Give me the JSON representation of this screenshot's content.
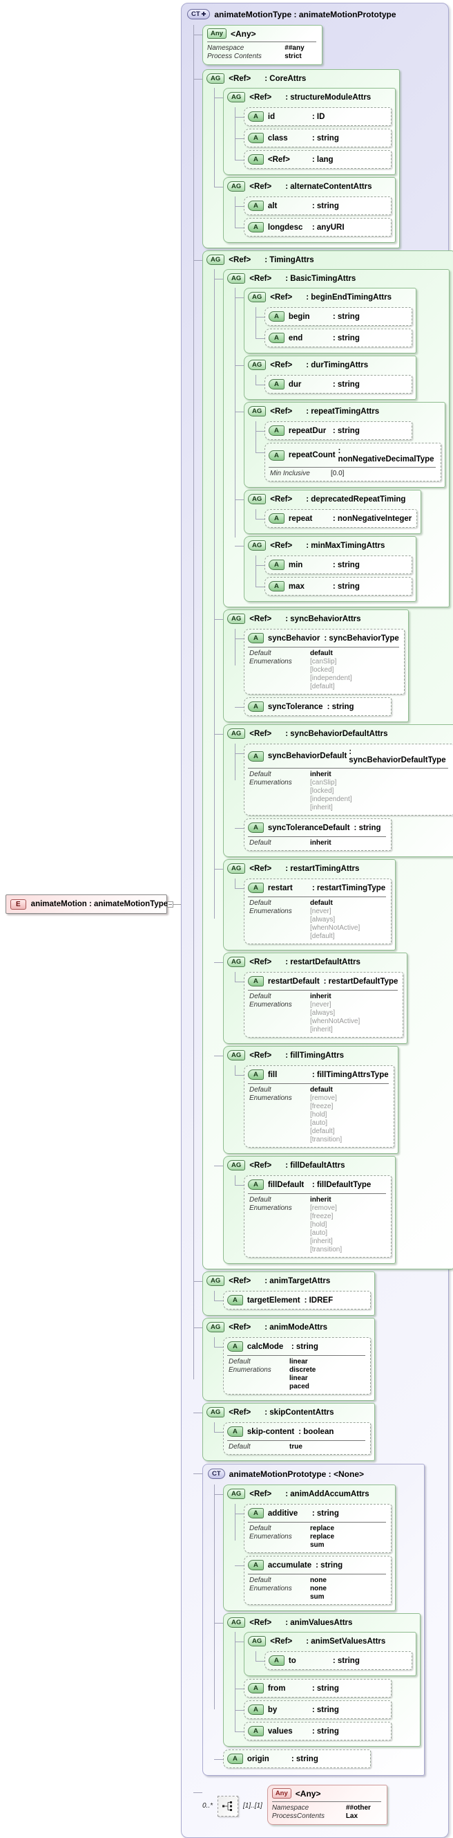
{
  "diagram": {
    "element": {
      "badge": "E",
      "label": "animateMotion : animateMotionType"
    },
    "tree": {
      "kind": "ct",
      "badge": "CT+",
      "title": "animateMotionType : animateMotionPrototype",
      "children": [
        {
          "kind": "any",
          "flavor": "green",
          "badge": "Any",
          "title": "<Any>",
          "rows": [
            {
              "label": "Namespace",
              "value": "##any"
            },
            {
              "label": "Process Contents",
              "value": "strict"
            }
          ]
        },
        {
          "kind": "group",
          "badge": "AG",
          "ref": "<Ref>",
          "type": "CoreAttrs",
          "children": [
            {
              "kind": "group",
              "badge": "AG",
              "ref": "<Ref>",
              "type": "structureModuleAttrs",
              "children": [
                {
                  "kind": "attr",
                  "badge": "A",
                  "name": "id",
                  "type": "ID"
                },
                {
                  "kind": "attr",
                  "badge": "A",
                  "name": "class",
                  "type": "string"
                },
                {
                  "kind": "attr",
                  "badge": "A",
                  "name": "<Ref>",
                  "type": "lang"
                }
              ]
            },
            {
              "kind": "group",
              "badge": "AG",
              "ref": "<Ref>",
              "type": "alternateContentAttrs",
              "children": [
                {
                  "kind": "attr",
                  "badge": "A",
                  "name": "alt",
                  "type": "string"
                },
                {
                  "kind": "attr",
                  "badge": "A",
                  "name": "longdesc",
                  "type": "anyURI"
                }
              ]
            }
          ]
        },
        {
          "kind": "group",
          "badge": "AG",
          "ref": "<Ref>",
          "type": "TimingAttrs",
          "children": [
            {
              "kind": "group",
              "badge": "AG",
              "ref": "<Ref>",
              "type": "BasicTimingAttrs",
              "children": [
                {
                  "kind": "group",
                  "badge": "AG",
                  "ref": "<Ref>",
                  "type": "beginEndTimingAttrs",
                  "children": [
                    {
                      "kind": "attr",
                      "badge": "A",
                      "name": "begin",
                      "type": "string"
                    },
                    {
                      "kind": "attr",
                      "badge": "A",
                      "name": "end",
                      "type": "string"
                    }
                  ]
                },
                {
                  "kind": "group",
                  "badge": "AG",
                  "ref": "<Ref>",
                  "type": "durTimingAttrs",
                  "children": [
                    {
                      "kind": "attr",
                      "badge": "A",
                      "name": "dur",
                      "type": "string"
                    }
                  ]
                },
                {
                  "kind": "group",
                  "badge": "AG",
                  "ref": "<Ref>",
                  "type": "repeatTimingAttrs",
                  "children": [
                    {
                      "kind": "attr",
                      "badge": "A",
                      "name": "repeatDur",
                      "type": "string"
                    },
                    {
                      "kind": "attr",
                      "badge": "A",
                      "name": "repeatCount",
                      "type": "nonNegativeDecimalType",
                      "facets": [
                        {
                          "label": "Min Inclusive",
                          "values": [
                            "[0.0]"
                          ],
                          "cls": "plain"
                        }
                      ]
                    }
                  ]
                },
                {
                  "kind": "group",
                  "badge": "AG",
                  "ref": "<Ref>",
                  "type": "deprecatedRepeatTiming",
                  "children": [
                    {
                      "kind": "attr",
                      "badge": "A",
                      "name": "repeat",
                      "type": "nonNegativeInteger"
                    }
                  ]
                },
                {
                  "kind": "group",
                  "badge": "AG",
                  "ref": "<Ref>",
                  "type": "minMaxTimingAttrs",
                  "children": [
                    {
                      "kind": "attr",
                      "badge": "A",
                      "name": "min",
                      "type": "string"
                    },
                    {
                      "kind": "attr",
                      "badge": "A",
                      "name": "max",
                      "type": "string"
                    }
                  ]
                }
              ]
            },
            {
              "kind": "group",
              "badge": "AG",
              "ref": "<Ref>",
              "type": "syncBehaviorAttrs",
              "children": [
                {
                  "kind": "attr",
                  "badge": "A",
                  "name": "syncBehavior",
                  "type": "syncBehaviorType",
                  "facets": [
                    {
                      "label": "Default",
                      "values": [
                        "default"
                      ],
                      "cls": "bold"
                    },
                    {
                      "label": "Enumerations",
                      "values": [
                        "[canSlip]",
                        "[locked]",
                        "[independent]",
                        "[default]"
                      ],
                      "cls": "muted"
                    }
                  ]
                },
                {
                  "kind": "attr",
                  "badge": "A",
                  "name": "syncTolerance",
                  "type": "string"
                }
              ]
            },
            {
              "kind": "group",
              "badge": "AG",
              "ref": "<Ref>",
              "type": "syncBehaviorDefaultAttrs",
              "children": [
                {
                  "kind": "attr",
                  "badge": "A",
                  "name": "syncBehaviorDefault",
                  "type": "syncBehaviorDefaultType",
                  "facets": [
                    {
                      "label": "Default",
                      "values": [
                        "inherit"
                      ],
                      "cls": "bold"
                    },
                    {
                      "label": "Enumerations",
                      "values": [
                        "[canSlip]",
                        "[locked]",
                        "[independent]",
                        "[inherit]"
                      ],
                      "cls": "muted"
                    }
                  ]
                },
                {
                  "kind": "attr",
                  "badge": "A",
                  "name": "syncToleranceDefault",
                  "type": "string",
                  "facets": [
                    {
                      "label": "Default",
                      "values": [
                        "inherit"
                      ],
                      "cls": "bold"
                    }
                  ]
                }
              ]
            },
            {
              "kind": "group",
              "badge": "AG",
              "ref": "<Ref>",
              "type": "restartTimingAttrs",
              "children": [
                {
                  "kind": "attr",
                  "badge": "A",
                  "name": "restart",
                  "type": "restartTimingType",
                  "facets": [
                    {
                      "label": "Default",
                      "values": [
                        "default"
                      ],
                      "cls": "bold"
                    },
                    {
                      "label": "Enumerations",
                      "values": [
                        "[never]",
                        "[always]",
                        "[whenNotActive]",
                        "[default]"
                      ],
                      "cls": "muted"
                    }
                  ]
                }
              ]
            },
            {
              "kind": "group",
              "badge": "AG",
              "ref": "<Ref>",
              "type": "restartDefaultAttrs",
              "children": [
                {
                  "kind": "attr",
                  "badge": "A",
                  "name": "restartDefault",
                  "type": "restartDefaultType",
                  "facets": [
                    {
                      "label": "Default",
                      "values": [
                        "inherit"
                      ],
                      "cls": "bold"
                    },
                    {
                      "label": "Enumerations",
                      "values": [
                        "[never]",
                        "[always]",
                        "[whenNotActive]",
                        "[inherit]"
                      ],
                      "cls": "muted"
                    }
                  ]
                }
              ]
            },
            {
              "kind": "group",
              "badge": "AG",
              "ref": "<Ref>",
              "type": "fillTimingAttrs",
              "children": [
                {
                  "kind": "attr",
                  "badge": "A",
                  "name": "fill",
                  "type": "fillTimingAttrsType",
                  "facets": [
                    {
                      "label": "Default",
                      "values": [
                        "default"
                      ],
                      "cls": "bold"
                    },
                    {
                      "label": "Enumerations",
                      "values": [
                        "[remove]",
                        "[freeze]",
                        "[hold]",
                        "[auto]",
                        "[default]",
                        "[transition]"
                      ],
                      "cls": "muted"
                    }
                  ]
                }
              ]
            },
            {
              "kind": "group",
              "badge": "AG",
              "ref": "<Ref>",
              "type": "fillDefaultAttrs",
              "children": [
                {
                  "kind": "attr",
                  "badge": "A",
                  "name": "fillDefault",
                  "type": "fillDefaultType",
                  "facets": [
                    {
                      "label": "Default",
                      "values": [
                        "inherit"
                      ],
                      "cls": "bold"
                    },
                    {
                      "label": "Enumerations",
                      "values": [
                        "[remove]",
                        "[freeze]",
                        "[hold]",
                        "[auto]",
                        "[inherit]",
                        "[transition]"
                      ],
                      "cls": "muted"
                    }
                  ]
                }
              ]
            }
          ]
        },
        {
          "kind": "group",
          "badge": "AG",
          "ref": "<Ref>",
          "type": "animTargetAttrs",
          "children": [
            {
              "kind": "attr",
              "badge": "A",
              "name": "targetElement",
              "type": "IDREF"
            }
          ]
        },
        {
          "kind": "group",
          "badge": "AG",
          "ref": "<Ref>",
          "type": "animModeAttrs",
          "children": [
            {
              "kind": "attr",
              "badge": "A",
              "name": "calcMode",
              "type": "string",
              "facets": [
                {
                  "label": "Default",
                  "values": [
                    "linear"
                  ],
                  "cls": "bold"
                },
                {
                  "label": "Enumerations",
                  "values": [
                    "discrete",
                    "linear",
                    "paced"
                  ],
                  "cls": "bold"
                }
              ]
            }
          ]
        },
        {
          "kind": "group",
          "badge": "AG",
          "ref": "<Ref>",
          "type": "skipContentAttrs",
          "children": [
            {
              "kind": "attr",
              "badge": "A",
              "name": "skip-content",
              "type": "boolean",
              "facets": [
                {
                  "label": "Default",
                  "values": [
                    "true"
                  ],
                  "cls": "bold"
                }
              ]
            }
          ]
        },
        {
          "kind": "ct",
          "badge": "CT",
          "title": "animateMotionPrototype : <None>",
          "children": [
            {
              "kind": "group",
              "badge": "AG",
              "ref": "<Ref>",
              "type": "animAddAccumAttrs",
              "children": [
                {
                  "kind": "attr",
                  "badge": "A",
                  "name": "additive",
                  "type": "string",
                  "facets": [
                    {
                      "label": "Default",
                      "values": [
                        "replace"
                      ],
                      "cls": "bold"
                    },
                    {
                      "label": "Enumerations",
                      "values": [
                        "replace",
                        "sum"
                      ],
                      "cls": "bold"
                    }
                  ]
                },
                {
                  "kind": "attr",
                  "badge": "A",
                  "name": "accumulate",
                  "type": "string",
                  "facets": [
                    {
                      "label": "Default",
                      "values": [
                        "none"
                      ],
                      "cls": "bold"
                    },
                    {
                      "label": "Enumerations",
                      "values": [
                        "none",
                        "sum"
                      ],
                      "cls": "bold"
                    }
                  ]
                }
              ]
            },
            {
              "kind": "group",
              "badge": "AG",
              "ref": "<Ref>",
              "type": "animValuesAttrs",
              "children": [
                {
                  "kind": "group",
                  "badge": "AG",
                  "ref": "<Ref>",
                  "type": "animSetValuesAttrs",
                  "children": [
                    {
                      "kind": "attr",
                      "badge": "A",
                      "name": "to",
                      "type": "string"
                    }
                  ]
                },
                {
                  "kind": "attr",
                  "badge": "A",
                  "name": "from",
                  "type": "string"
                },
                {
                  "kind": "attr",
                  "badge": "A",
                  "name": "by",
                  "type": "string"
                },
                {
                  "kind": "attr",
                  "badge": "A",
                  "name": "values",
                  "type": "string"
                }
              ]
            },
            {
              "kind": "attr",
              "badge": "A",
              "name": "origin",
              "type": "string"
            }
          ]
        },
        {
          "kind": "seq",
          "left": "0..*",
          "right": "[1]..[1]",
          "child": {
            "kind": "any",
            "flavor": "pink",
            "badge": "Any",
            "title": "<Any>",
            "rows": [
              {
                "label": "Namespace",
                "value": "##other"
              },
              {
                "label": "ProcessContents",
                "value": "Lax"
              }
            ]
          }
        }
      ]
    }
  }
}
